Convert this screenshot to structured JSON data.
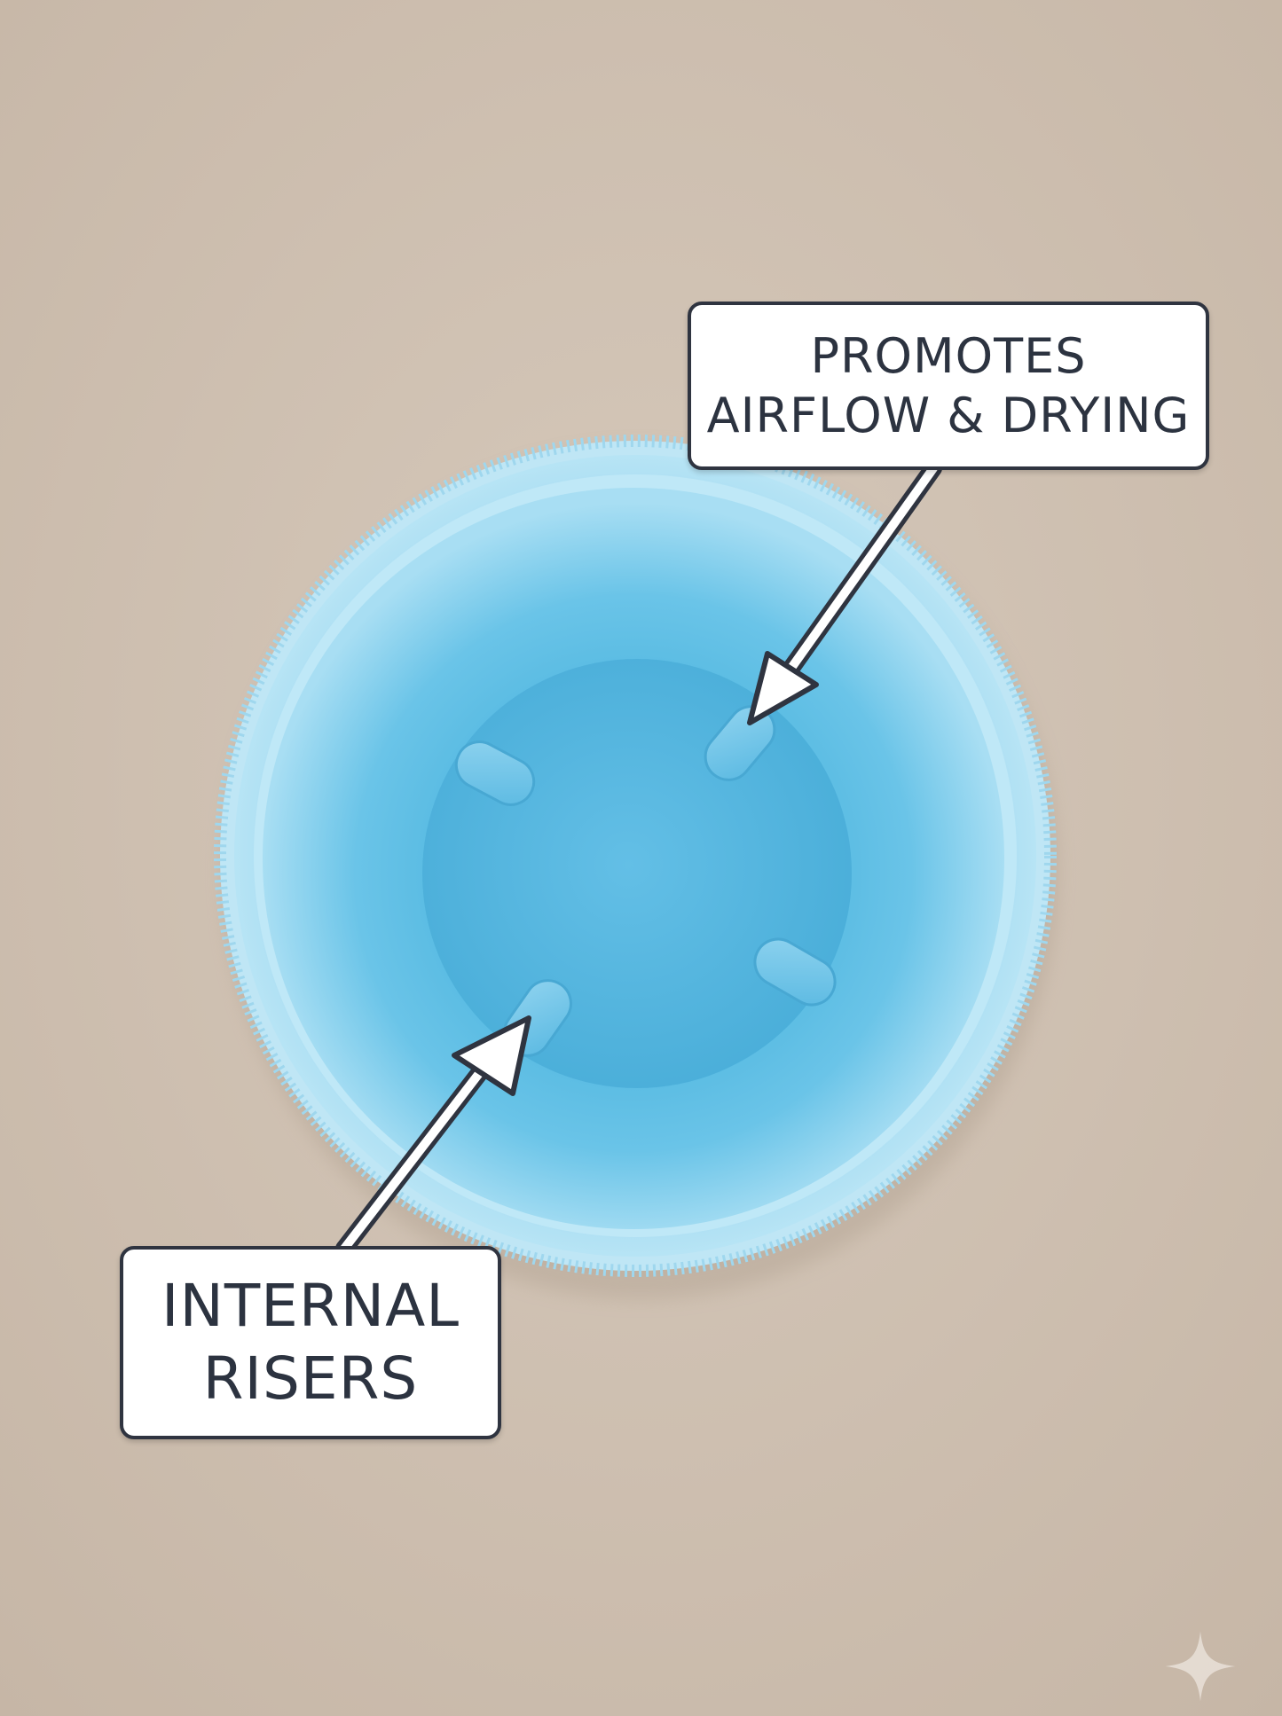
{
  "scene": {
    "background": "#cdbfb0",
    "object": "light-blue-cup-top-view",
    "object_color": "#7cc8e6",
    "riser_count": 4
  },
  "callouts": {
    "top": {
      "line1": "PROMOTES",
      "line2": "AIRFLOW & DRYING"
    },
    "bottom": {
      "line1": "INTERNAL",
      "line2": "RISERS"
    }
  },
  "watermark": {
    "icon": "sparkle-icon"
  }
}
